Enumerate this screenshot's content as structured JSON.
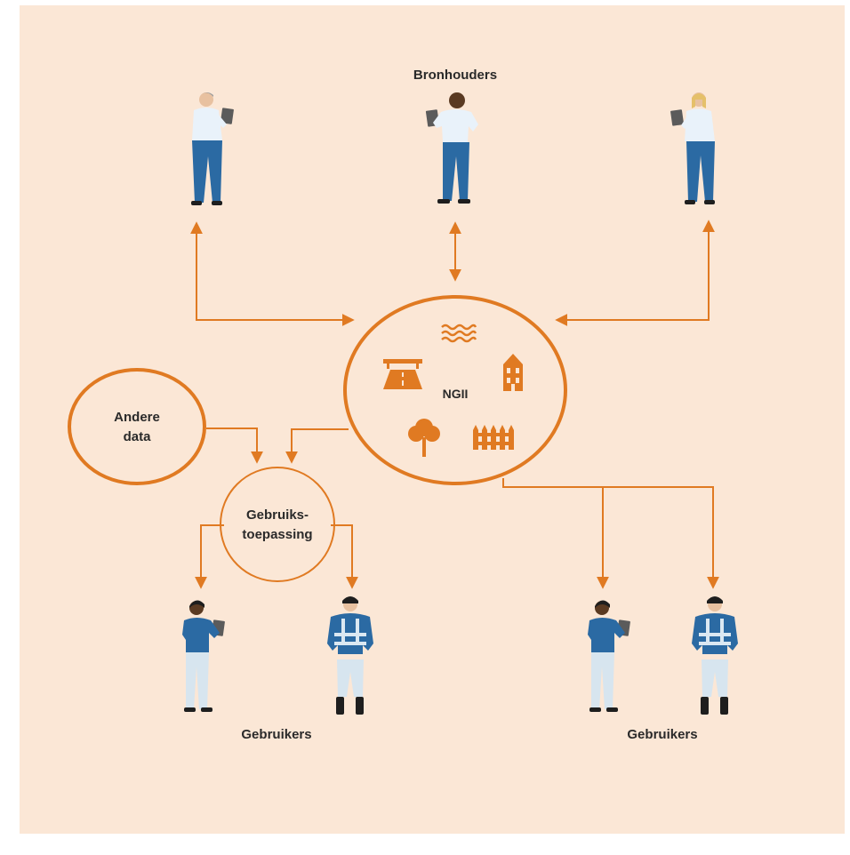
{
  "labels": {
    "bronhouders": "Bronhouders",
    "ngii": "NGII",
    "andere_1": "Andere",
    "andere_2": "data",
    "gebruiks_1": "Gebruiks-",
    "gebruiks_2": "toepassing",
    "gebruikers_left": "Gebruikers",
    "gebruikers_right": "Gebruikers"
  },
  "colors": {
    "background": "#fbe7d6",
    "accent": "#e07a22",
    "text": "#2a2a2a"
  },
  "icons": [
    "water-waves-icon",
    "road-icon",
    "building-icon",
    "tree-icon",
    "fence-icon"
  ]
}
